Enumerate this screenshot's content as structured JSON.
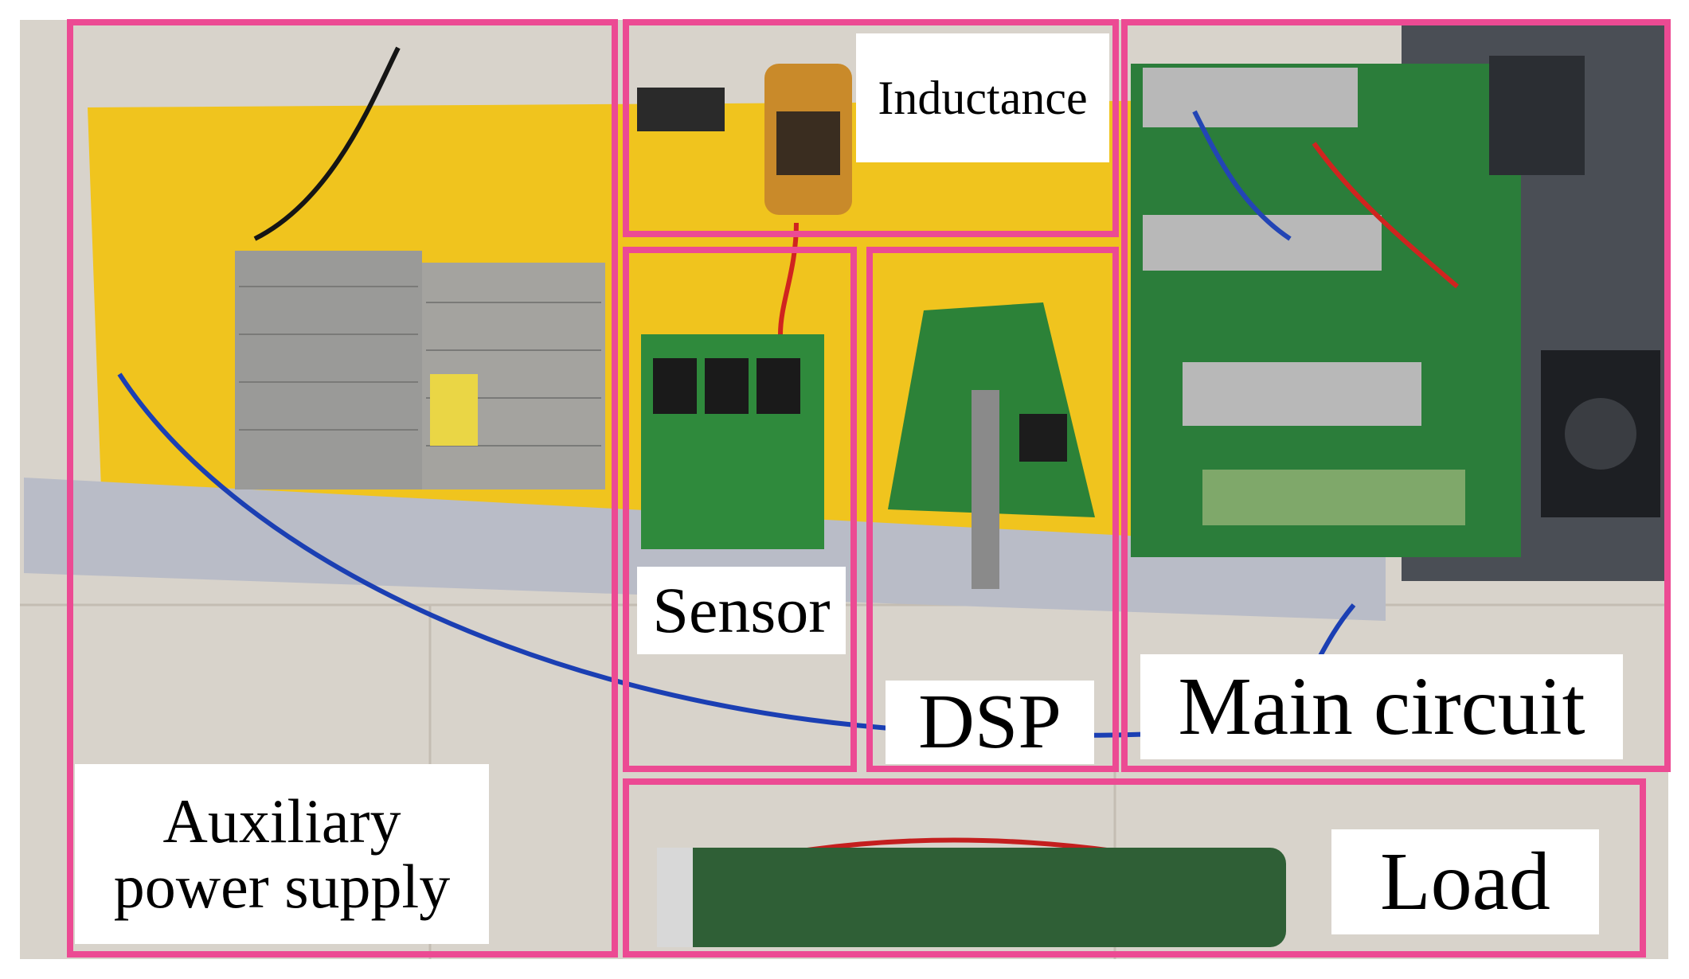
{
  "figure": {
    "labels": {
      "inductance": "Inductance",
      "sensor": "Sensor",
      "dsp": "DSP",
      "main_circuit": "Main circuit",
      "load": "Load",
      "auxiliary_line1": "Auxiliary",
      "auxiliary_line2": "power supply"
    },
    "colors": {
      "highlight_box": "#ec4a93",
      "label_background": "#ffffff",
      "board_yellow": "#f2c81c",
      "pcb_green": "#2f8a3c",
      "floor": "#d9d4cc"
    }
  }
}
